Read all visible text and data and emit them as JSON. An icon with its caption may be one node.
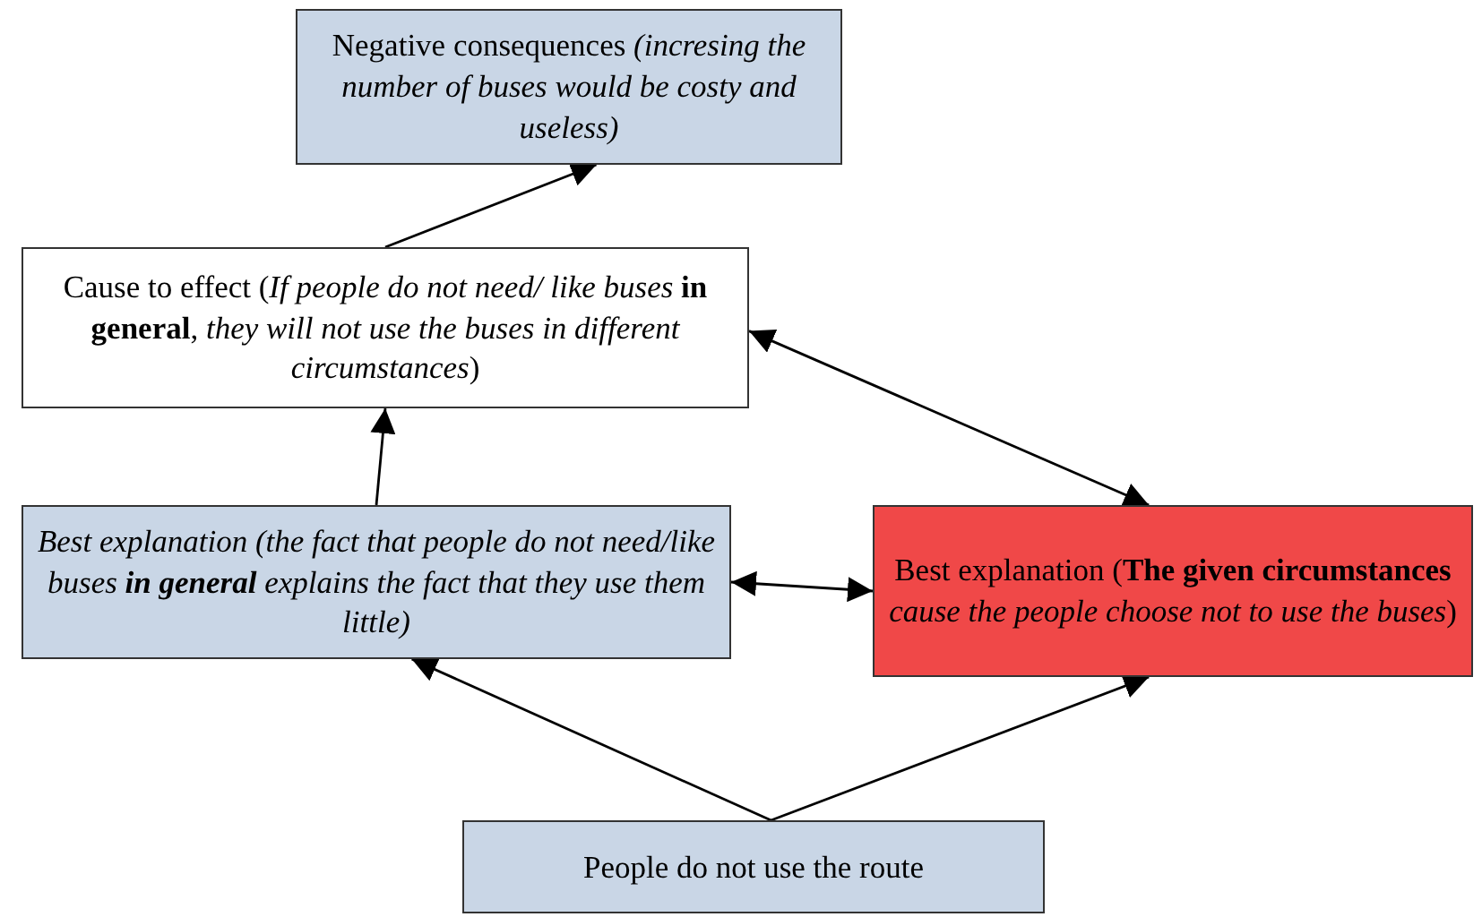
{
  "diagram": {
    "nodes": [
      {
        "text": [
          "Negative consequences *(incresing the number of buses would be costy and useless)*"
        ]
      },
      {
        "text": [
          "Cause to effect (*If people do not need/ like buses* **in general**, *they will not use the buses in different circumstances*)"
        ]
      },
      {
        "text": [
          "Best explanation (the fact that people do not need/like buses **in general** explains the fact that they use them little)"
        ]
      },
      {
        "text": [
          "Best explanation (**The given circumstances** *cause the people choose not to use the buses*)"
        ]
      },
      {
        "text": [
          "People do not use the route"
        ]
      }
    ],
    "edges": [
      {
        "from": 1,
        "to": 0,
        "arrow": "to"
      },
      {
        "from": 2,
        "to": 1,
        "arrow": "to"
      },
      {
        "from": 1,
        "to": 3,
        "arrow": "both"
      },
      {
        "from": 2,
        "to": 3,
        "arrow": "both"
      },
      {
        "from": 4,
        "to": 2,
        "arrow": "to"
      },
      {
        "from": 4,
        "to": 3,
        "arrow": "to"
      }
    ]
  }
}
